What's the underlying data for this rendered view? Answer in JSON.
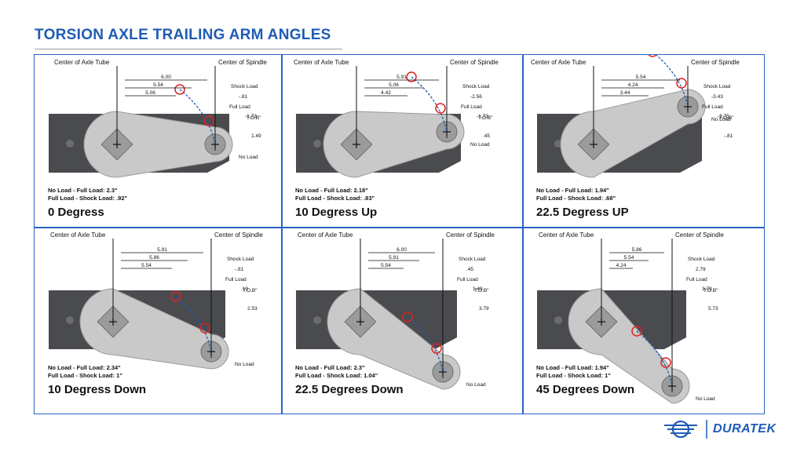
{
  "title": "TORSION AXLE TRAILING ARM ANGLES",
  "brand": "DURATEK",
  "colors": {
    "accent": "#1f5bb5",
    "border": "#2a62c4",
    "marker": "#e02020",
    "path": "#1f5bb5"
  },
  "panels": [
    {
      "heading": "0 Degress",
      "notes": [
        "No Load - Full Load: 2.3\"",
        "Full Load - Shock Load: .92\""
      ],
      "labels": {
        "axle": "Center of Axle Tube",
        "spindle": "Center of Spindle",
        "shock": "Shock Load",
        "full": "Full Load",
        "no": "No Load",
        "tob": "T.O.B\""
      },
      "dims": [
        "6.00",
        "5.54",
        "5.06",
        "-.81",
        "-1.73",
        "1.49"
      ]
    },
    {
      "heading": "10 Degress Up",
      "notes": [
        "No Load - Full Load: 2.18\"",
        "Full Load - Shock Load: .83\""
      ],
      "labels": {
        "axle": "Center of Axle Tube",
        "spindle": "Center of Spindle",
        "shock": "Shock Load",
        "full": "Full Load",
        "no": "No Load",
        "tob": "T.O.B\""
      },
      "dims": [
        "5.91",
        "5.06",
        "4.42",
        "-2.56",
        "-1.73",
        ".45"
      ]
    },
    {
      "heading": "22.5 Degress UP",
      "notes": [
        "No Load - Full Load: 1.94\"",
        "Full Load - Shock Load: .68\""
      ],
      "labels": {
        "axle": "Center of Axle Tube",
        "spindle": "Center of Spindle",
        "shock": "Shock Load",
        "full": "Full Load",
        "no": "No Load",
        "tob": "T.O.B\""
      },
      "dims": [
        "5.54",
        "4.24",
        "3.44",
        "-3.43",
        "-2.75",
        "-.81"
      ]
    },
    {
      "heading": "10 Degress Down",
      "notes": [
        "No Load - Full Load: 2.34\"",
        "Full Load - Shock Load: 1\""
      ],
      "labels": {
        "axle": "Center of Axle Tube",
        "spindle": "Center of Spindle",
        "shock": "Shock Load",
        "full": "Full Load",
        "no": "No Load",
        "tob": "T.O.B\""
      },
      "dims": [
        "5.91",
        "5.86",
        "5.54",
        "-.81",
        ".19",
        "2.53"
      ]
    },
    {
      "heading": "22.5 Degrees Down",
      "notes": [
        "No Load - Full Load: 2.3\"",
        "Full Load - Shock Load: 1.04\""
      ],
      "labels": {
        "axle": "Center of Axle Tube",
        "spindle": "Center of Spindle",
        "shock": "Shock Load",
        "full": "Full Load",
        "no": "No Load",
        "tob": "T.O.B\""
      },
      "dims": [
        "6.00",
        "5.91",
        "5.54",
        ".45",
        "1.49",
        "3.79"
      ]
    },
    {
      "heading": "45 Degrees Down",
      "notes": [
        "No Load - Full Load: 1.94\"",
        "Full Load - Shock Load: 1\""
      ],
      "labels": {
        "axle": "Center of Axle Tube",
        "spindle": "Center of Spindle",
        "shock": "Shock Load",
        "full": "Full Load",
        "no": "No Load",
        "tob": "T.O.B\""
      },
      "dims": [
        "5.86",
        "5.54",
        "4.24",
        "2.79",
        "3.79",
        "5.73"
      ]
    }
  ]
}
